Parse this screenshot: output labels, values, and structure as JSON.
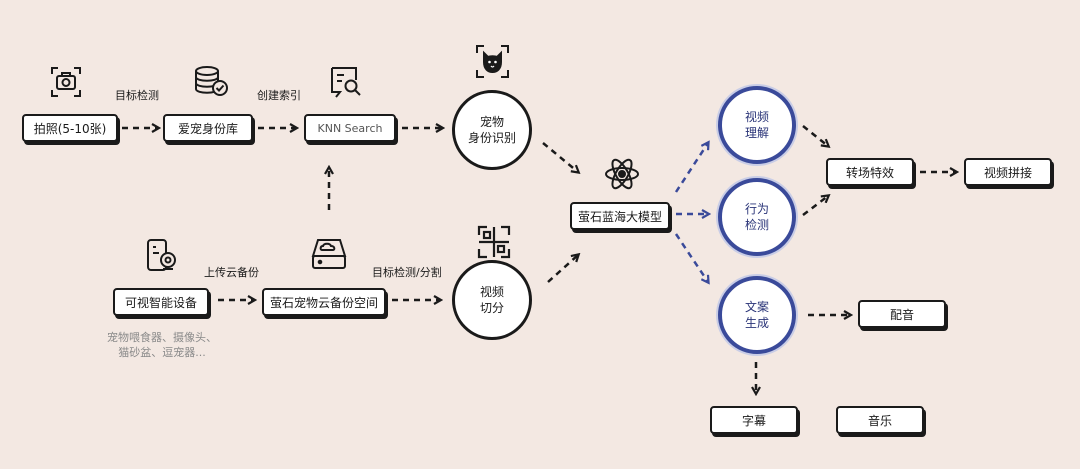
{
  "nodes": {
    "photo": "拍照(5-10张)",
    "pet_db": "爱宠身份库",
    "knn": "KNN Search",
    "pet_id_1": "宠物",
    "pet_id_2": "身份识别",
    "model": "萤石蓝海大模型",
    "video_understand_1": "视频",
    "video_understand_2": "理解",
    "behavior_1": "行为",
    "behavior_2": "检测",
    "copy_1": "文案",
    "copy_2": "生成",
    "transition": "转场特效",
    "stitch": "视频拼接",
    "dubbing": "配音",
    "subtitle": "字幕",
    "music": "音乐",
    "device": "可视智能设备",
    "cloud": "萤石宠物云备份空间",
    "split_1": "视频",
    "split_2": "切分"
  },
  "edge_labels": {
    "detect": "目标检测",
    "index": "创建索引",
    "upload": "上传云备份",
    "detect_split": "目标检测/分割"
  },
  "notes": {
    "devices_1": "宠物喂食器、摄像头、",
    "devices_2": "猫砂盆、逗宠器..."
  },
  "colors": {
    "background": "#f3e8e2",
    "ink": "#1a1a1a",
    "accent_blue": "#3a4a9a",
    "note_gray": "#8a8a8a"
  },
  "icons": [
    "camera-icon",
    "database-check-icon",
    "search-doc-icon",
    "pet-face-icon",
    "atom-icon",
    "device-camera-icon",
    "cloud-drive-icon",
    "split-frame-icon"
  ]
}
